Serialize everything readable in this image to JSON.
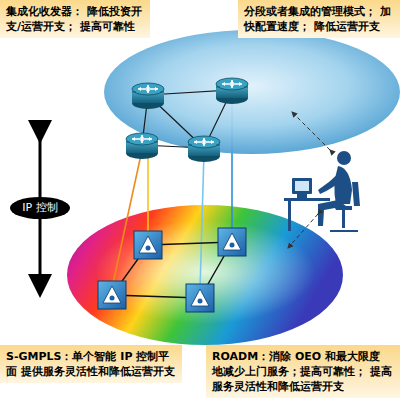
{
  "diagram": {
    "nodes": [
      {
        "text": [
          "集成化收发器： 降低投资开支/运营开支； 提高可靠性"
        ]
      },
      {
        "text": [
          "分段或者集成的管理模式； 加快配置速度； 降低运营开支"
        ]
      },
      {
        "text": [
          "IP 控制"
        ]
      },
      {
        "text": [
          "S-GMPLS：单个智能 IP 控制平面 提供服务灵活性和降低运营开支"
        ]
      },
      {
        "text": [
          "ROADM：消除 OEO 和最大限度 地减少上门服务；提高可靠性； 提高服务灵活性和降低运营开支"
        ]
      }
    ]
  }
}
